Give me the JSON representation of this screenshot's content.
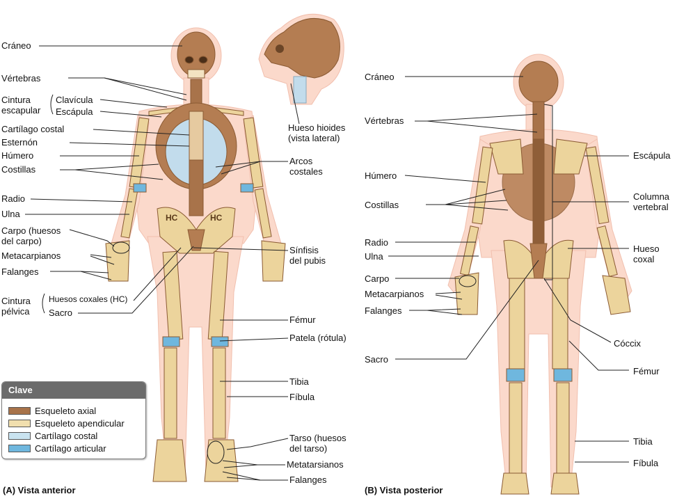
{
  "anterior": {
    "caption": "(A)  Vista anterior",
    "labels": {
      "craneo": "Cráneo",
      "vertebras": "Vértebras",
      "cintura_escapular": "Cintura\nescapular",
      "clavicula": "Clavícula",
      "escapula": "Escápula",
      "cartilago_costal": "Cartílago costal",
      "esternon": "Esternón",
      "humero": "Húmero",
      "costillas": "Costillas",
      "radio": "Radio",
      "ulna": "Ulna",
      "carpo": "Carpo (huesos\ndel carpo)",
      "metacarpianos": "Metacarpianos",
      "falanges_mano": "Falanges",
      "cintura_pelvica": "Cintura\npélvica",
      "huesos_coxales": "Huesos coxales (HC)",
      "sacro": "Sacro",
      "hioides": "Hueso hioides\n(vista lateral)",
      "arcos_costales": "Arcos\ncostales",
      "sinfisis": "Sínfisis\ndel pubis",
      "femur": "Fémur",
      "patela": "Patela (rótula)",
      "tibia": "Tibia",
      "fibula": "Fíbula",
      "tarso": "Tarso (huesos\ndel tarso)",
      "metatarsianos": "Metatarsianos",
      "falanges_pie": "Falanges",
      "hc_left": "HC",
      "hc_right": "HC"
    }
  },
  "posterior": {
    "caption": "(B)  Vista posterior",
    "labels": {
      "craneo": "Cráneo",
      "vertebras": "Vértebras",
      "humero": "Húmero",
      "costillas": "Costillas",
      "radio": "Radio",
      "ulna": "Ulna",
      "carpo": "Carpo",
      "metacarpianos": "Metacarpianos",
      "falanges": "Falanges",
      "sacro": "Sacro",
      "escapula": "Escápula",
      "columna": "Columna\nvertebral",
      "hueso_coxal": "Hueso\ncoxal",
      "coccix": "Cóccix",
      "femur": "Fémur",
      "tibia": "Tibia",
      "fibula": "Fíbula"
    }
  },
  "key": {
    "title": "Clave",
    "items": [
      {
        "label": "Esqueleto axial",
        "color": "#a8734a"
      },
      {
        "label": "Esqueleto apendicular",
        "color": "#f1dfae"
      },
      {
        "label": "Cartílago costal",
        "color": "#c9e3f0"
      },
      {
        "label": "Cartílago articular",
        "color": "#6fb7de"
      }
    ]
  },
  "colors": {
    "skin": "#fbd9cb",
    "axial": "#a8734a",
    "appendicular": "#ecd49c",
    "costal_cartilage": "#c2dcec",
    "articular_cartilage": "#6fb7de",
    "leader_line": "#222222"
  }
}
